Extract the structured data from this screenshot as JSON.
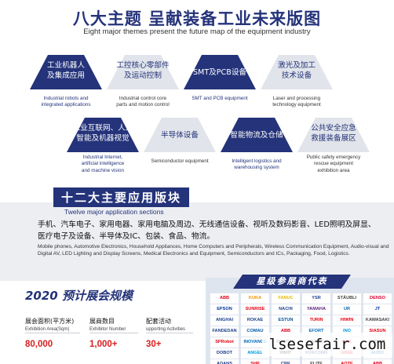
{
  "header": {
    "title": "八大主题 呈献装备工业未来版图",
    "subtitle": "Eight major themes present the future map of the equipment industry"
  },
  "themes": [
    {
      "cn": "工业机器人\n及集成应用",
      "en": "Industrial robots and\nintegrated applications",
      "style": "dark"
    },
    {
      "cn": "工控核心零部件\n及运动控制",
      "en": "Industrial control core\nparts and motion control",
      "style": "light"
    },
    {
      "cn": "SMT及PCB设备",
      "en": "SMT and PCB equipment",
      "style": "dark"
    },
    {
      "cn": "激光及加工\n技术设备",
      "en": "Laser and processing\ntechnology equipment",
      "style": "light"
    },
    {
      "cn": "工业互联网、人工\n智能及机器视觉",
      "en": "Industrial Internet,\nartificial intelligence\nand machine vision",
      "style": "dark"
    },
    {
      "cn": "半导体设备",
      "en": "Semiconductor equipment",
      "style": "light"
    },
    {
      "cn": "智能物流及仓储",
      "en": "Intelligent logistics and\nwarehousing system",
      "style": "dark"
    },
    {
      "cn": "公共安全应急\n救援装备展区",
      "en": "Public safety emergency\nrescue equipment\nexhibition area",
      "style": "light"
    }
  ],
  "applications": {
    "title_cn": "十二大主要应用版块",
    "title_en": "Twelve major application sections",
    "text_cn": "手机、汽车电子、家用电器、家用电脑及周边、无线通信设备、视听及数码影音、LED照明及屏显、医疗电子及设备、半导体及IC、包装、食品、物流。",
    "text_en": "Mobile phones, Automotive Electronics, Household Appliances, Home Computers and Peripherals, Wireless Communication Equipment, Audio-visual and Digital AV, LED Lighting and Display Screens, Medical Electronics and Equipment, Semiconductors and ICs, Packaging, Food, Logistics."
  },
  "scale": {
    "title": "2020 预计展会规模",
    "stats": [
      {
        "label_cn": "展会面积(平方米)",
        "label_en": "Exhibition Area(Sqm)",
        "value": "80,000"
      },
      {
        "label_cn": "展商数目",
        "label_en": "Exhibitor Number",
        "value": "1,000+"
      },
      {
        "label_cn": "配套活动",
        "label_en": "upporting Activities",
        "value": "30+"
      }
    ]
  },
  "exhibitors": {
    "title": "星级参展商代表",
    "logos": [
      {
        "name": "ABB",
        "color": "#e2001a"
      },
      {
        "name": "KUKA",
        "color": "#f39200"
      },
      {
        "name": "FANUC",
        "color": "#e6b800"
      },
      {
        "name": "YSR",
        "color": "#1b3f8b"
      },
      {
        "name": "STÄUBLI",
        "color": "#444444"
      },
      {
        "name": "DENSO",
        "color": "#dc0032"
      },
      {
        "name": "EPSON",
        "color": "#0033a0"
      },
      {
        "name": "SUNRISE",
        "color": "#e60012"
      },
      {
        "name": "NACHI",
        "color": "#1b3f8b"
      },
      {
        "name": "YAMAHA",
        "color": "#5a1e7a"
      },
      {
        "name": "UR",
        "color": "#0066b3"
      },
      {
        "name": "JT",
        "color": "#0033a0"
      },
      {
        "name": "ANGHAI",
        "color": "#1b3f8b"
      },
      {
        "name": "ROKAE",
        "color": "#1b3f8b"
      },
      {
        "name": "ESTUN",
        "color": "#00529b"
      },
      {
        "name": "TURIN",
        "color": "#e60012"
      },
      {
        "name": "HIWIN",
        "color": "#e60012"
      },
      {
        "name": "KAWASAKI",
        "color": "#444444"
      },
      {
        "name": "FANDEDAN",
        "color": "#1b3f8b"
      },
      {
        "name": "COMAU",
        "color": "#0055a4"
      },
      {
        "name": "ABB",
        "color": "#e2001a"
      },
      {
        "name": "EFORT",
        "color": "#0068b7"
      },
      {
        "name": "INO",
        "color": "#0099dd"
      },
      {
        "name": "SIASUN",
        "color": "#e60012"
      },
      {
        "name": "SPRobot",
        "color": "#e60012"
      },
      {
        "name": "INOVANCE",
        "color": "#0068b7"
      },
      {
        "name": "PHOTON",
        "color": "#444444"
      },
      {
        "name": "RISONG",
        "color": "#444444"
      },
      {
        "name": "GSK",
        "color": "#e60012"
      },
      {
        "name": "HITBOT",
        "color": "#222222"
      },
      {
        "name": "DOBOT",
        "color": "#1b3f8b"
      },
      {
        "name": "ANGEL",
        "color": "#0099dd"
      },
      {
        "name": "HIMIT",
        "color": "#222222"
      },
      {
        "name": "FOXCONN",
        "color": "#1b3f8b"
      },
      {
        "name": "GREE",
        "color": "#e60012"
      },
      {
        "name": "AUBO",
        "color": "#0068b7"
      },
      {
        "name": "ADANS",
        "color": "#1b3f8b"
      },
      {
        "name": "SHP",
        "color": "#e60012"
      },
      {
        "name": "CRK",
        "color": "#1b3f8b"
      },
      {
        "name": "ELITE",
        "color": "#444444"
      },
      {
        "name": "AOTE",
        "color": "#e60012"
      },
      {
        "name": "ABB",
        "color": "#e2001a"
      }
    ]
  },
  "watermark": "lsesefair.com",
  "colors": {
    "navy": "#24337a",
    "red": "#d81e1e",
    "light_hex": "#e1e4ea"
  }
}
